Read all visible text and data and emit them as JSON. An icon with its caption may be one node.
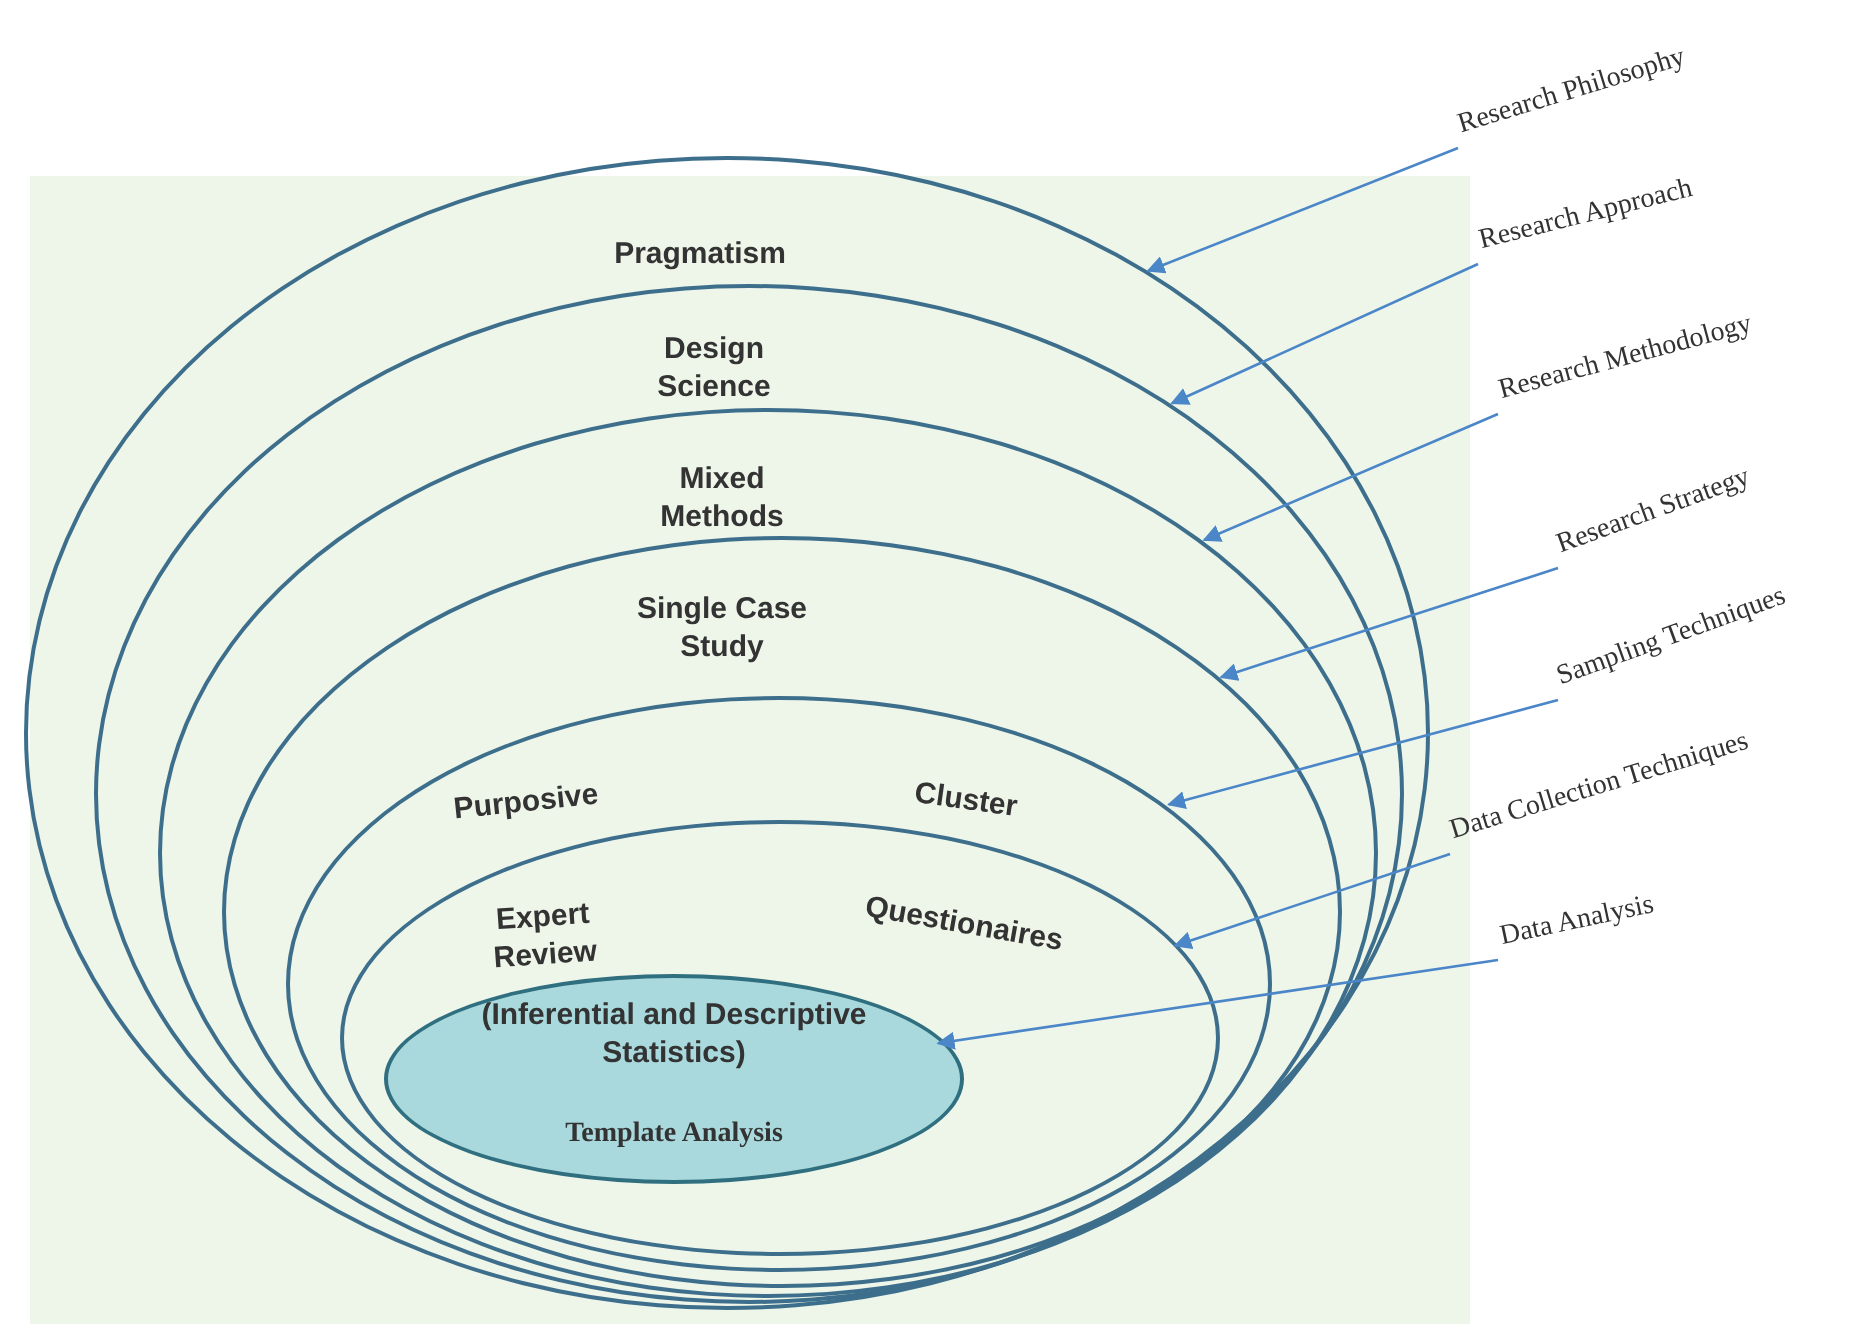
{
  "diagram": {
    "nodes": [
      {
        "text": [
          "Pragmatism"
        ]
      },
      {
        "text": [
          "Design Science"
        ],
        "in": 0
      },
      {
        "text": [
          "Mixed Methods"
        ],
        "in": 1
      },
      {
        "text": [
          "Single Case Study"
        ],
        "in": 2
      },
      {
        "text": [
          "Purposive",
          "Cluster"
        ],
        "in": 3
      },
      {
        "text": [
          "Expert Review",
          "Questionaires"
        ],
        "in": 4
      },
      {
        "text": [
          "(Inferential and Descriptive Statistics)",
          "Template Analysis"
        ],
        "in": 5
      },
      {
        "text": [
          "Research Philosophy"
        ]
      },
      {
        "text": [
          "Research Approach"
        ]
      },
      {
        "text": [
          "Research Methodology"
        ]
      },
      {
        "text": [
          "Research Strategy"
        ]
      },
      {
        "text": [
          "Sampling Techniques"
        ]
      },
      {
        "text": [
          "Data Collection Techniques"
        ]
      },
      {
        "text": [
          "Data Analysis"
        ]
      }
    ],
    "edges": [
      {
        "from": 7,
        "to": 0,
        "arrow": "to"
      },
      {
        "from": 8,
        "to": 1,
        "arrow": "to"
      },
      {
        "from": 9,
        "to": 2,
        "arrow": "to"
      },
      {
        "from": 10,
        "to": 3,
        "arrow": "to"
      },
      {
        "from": 11,
        "to": 4,
        "arrow": "to"
      },
      {
        "from": 12,
        "to": 5,
        "arrow": "to"
      },
      {
        "from": 13,
        "to": 6,
        "arrow": "to"
      }
    ]
  }
}
